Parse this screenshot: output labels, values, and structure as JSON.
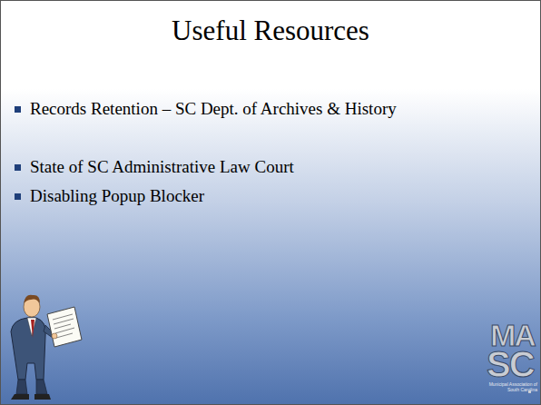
{
  "diagram": {
    "title": "Useful Resources",
    "labels": [
      "Records Retention – SC Dept. of Archives & History",
      "State of SC Administrative Law Court",
      "Disabling Popup Blocker",
      "MA",
      "SC",
      "Municipal Association of South Carolina"
    ]
  }
}
